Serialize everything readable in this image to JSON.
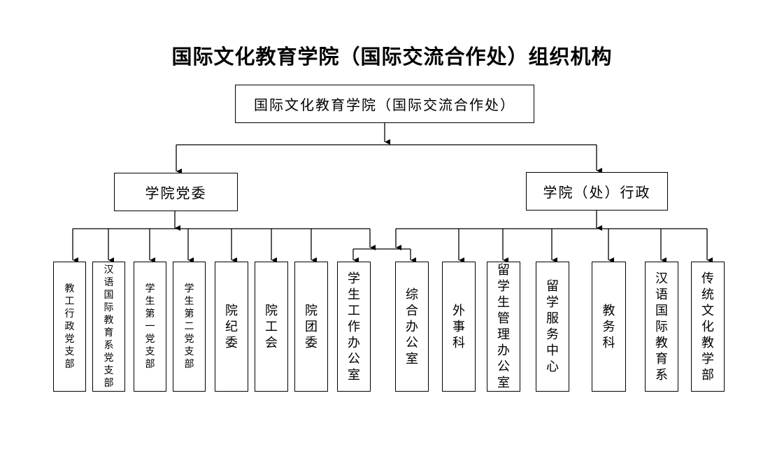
{
  "title": "国际文化教育学院（国际交流合作处）组织机构",
  "root": "国际文化教育学院（国际交流合作处）",
  "branches": {
    "party": "学院党委",
    "admin": "学院（处）行政"
  },
  "party_units": [
    "教工行政党支部",
    "汉语国际教育系党支部",
    "学生第一党支部",
    "学生第二党支部",
    "院纪委",
    "院工会",
    "院团委"
  ],
  "shared_units": [
    "学生工作办公室",
    "综合办公室"
  ],
  "admin_units": [
    "外事科",
    "留学生管理办公室",
    "留学服务中心",
    "教务科",
    "汉语国际教育系",
    "传统文化教学部"
  ],
  "line_color": "#000000"
}
